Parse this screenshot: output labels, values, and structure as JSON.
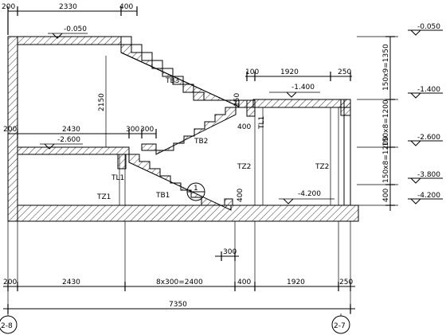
{
  "dimensions": {
    "top": [
      "200",
      "2330",
      "400"
    ],
    "mid": [
      "100",
      "1920",
      "250"
    ],
    "landing": [
      "2430",
      "300",
      "300"
    ],
    "left_height": "2150",
    "right_chain": [
      "150x9=1350",
      "150x8=1200",
      "150x8=1200",
      "400"
    ],
    "bottom": [
      "200",
      "2430",
      "8x300=2400",
      "400",
      "1920",
      "250"
    ],
    "bottom_small": "300",
    "total": "7350",
    "small_400": [
      "400",
      "400"
    ],
    "label_150": "150",
    "label_200": "200"
  },
  "elevations": {
    "top": "-0.050",
    "mid": "-1.400",
    "landing": "-2.600",
    "lower": "-3.800",
    "floor": "-4.200"
  },
  "labels": {
    "tb1": "TB1",
    "tb2": "TB2",
    "tb3": "TB3",
    "tz1": "TZ1",
    "tz2": "TZ2",
    "tl1": "TL1",
    "circle_id": "1"
  },
  "axes": {
    "left": "2-8",
    "right": "2-7"
  }
}
